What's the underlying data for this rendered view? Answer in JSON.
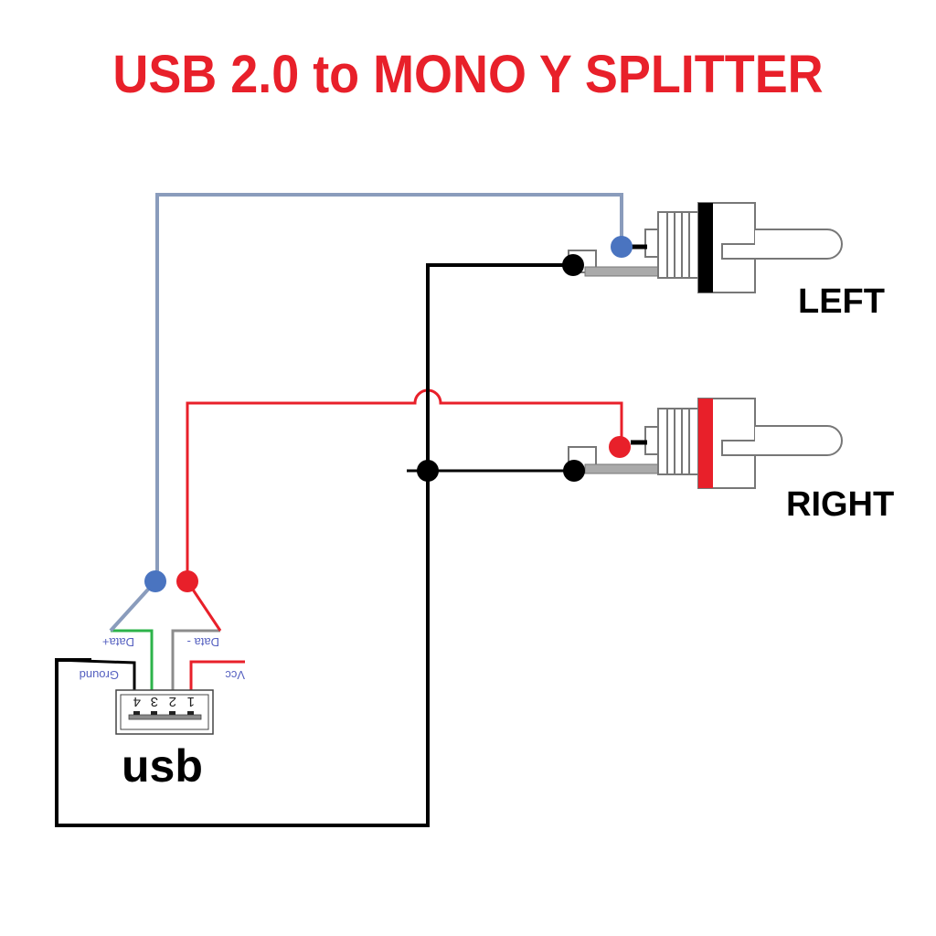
{
  "title": "USB 2.0 to MONO Y SPLITTER",
  "colors": {
    "title": "#e8202a",
    "wire_data_plus": "#8a9cbc",
    "wire_data_minus": "#e8202a",
    "wire_ground": "#000000",
    "wire_usb_green": "#2db34a",
    "wire_usb_grey": "#8c8c8c",
    "node_blue": "#4a74c0",
    "node_red": "#e8202a",
    "node_black": "#000000"
  },
  "connectors": {
    "left": {
      "label": "LEFT",
      "collar_color": "#000000"
    },
    "right": {
      "label": "RIGHT",
      "collar_color": "#e8202a"
    }
  },
  "usb": {
    "label": "usb",
    "pins": [
      {
        "num": "1",
        "name": "Vcc"
      },
      {
        "num": "2",
        "name": "Data -"
      },
      {
        "num": "3",
        "name": "Data+"
      },
      {
        "num": "4",
        "name": "Ground"
      }
    ]
  }
}
